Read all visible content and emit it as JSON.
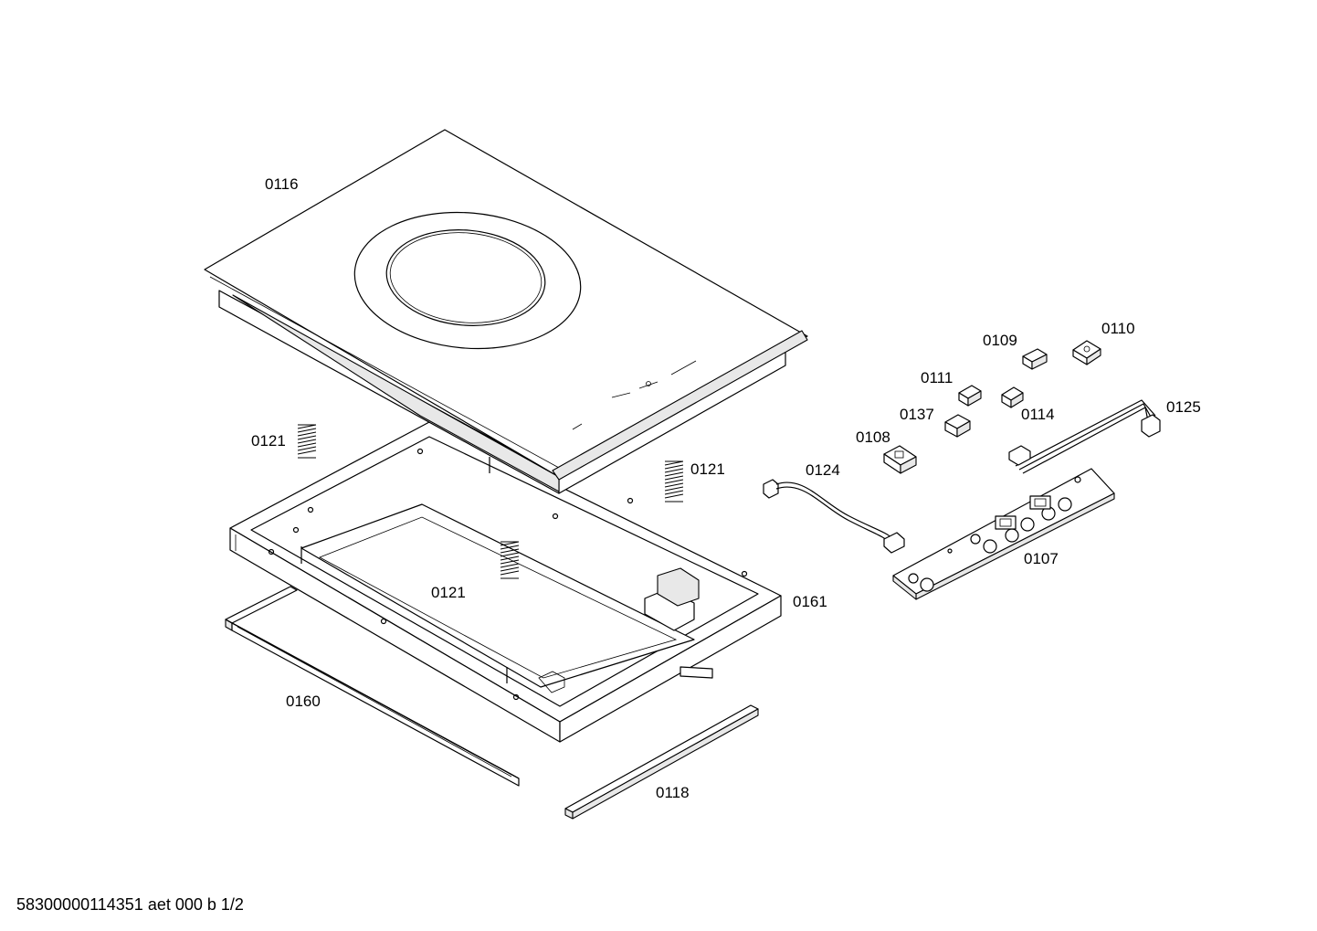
{
  "labels": {
    "hob_top": "0116",
    "spring_left": "0121",
    "spring_right": "0121",
    "spring_center": "0121",
    "frame": "0161",
    "seal_left": "0160",
    "seal_front": "0118",
    "knob_0109": "0109",
    "knob_0110": "0110",
    "knob_0111": "0111",
    "knob_0137": "0137",
    "knob_0114": "0114",
    "knob_0108": "0108",
    "cable_0124": "0124",
    "cable_0125": "0125",
    "pcb_0107": "0107"
  },
  "footer": "58300000114351 aet 000 b 1/2"
}
